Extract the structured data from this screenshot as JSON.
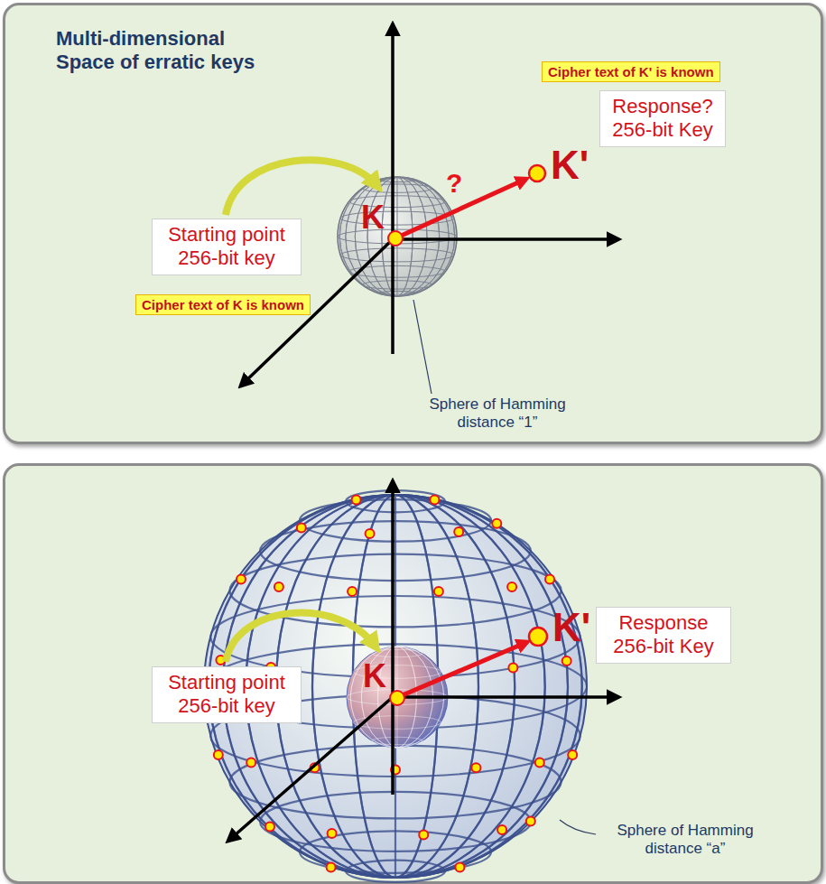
{
  "diagram": {
    "nodes": [
      {
        "text": [
          "Cipher text of K' is known"
        ]
      },
      {
        "text": [
          "Response? 256-bit Key"
        ]
      },
      {
        "text": [
          "Starting point 256-bit key"
        ]
      },
      {
        "text": [
          "Cipher text of K is known"
        ]
      },
      {
        "text": [
          "Response 256-bit Key"
        ]
      },
      {
        "text": [
          "Starting point 256-bit key"
        ]
      }
    ],
    "labels": [
      "Multi-dimensional Space of erratic keys",
      "K'",
      "?",
      "K",
      "Sphere of Hamming distance “1”",
      "K'",
      "K",
      "Sphere of Hamming distance “a”"
    ]
  }
}
